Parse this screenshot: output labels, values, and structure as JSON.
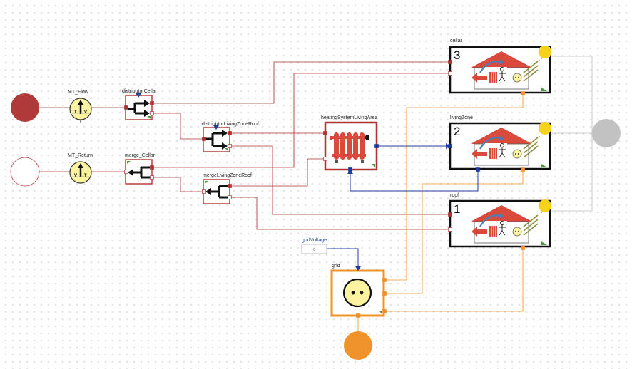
{
  "components": {
    "mt_flow": "MT_Flow",
    "mt_return": "MT_Return",
    "distributor_cellar": "distributorCellar",
    "merge_cellar": "merge_Cellar",
    "distributor_living_zone_roof": "distributorLivingZoneRoof",
    "merge_living_zone_roof": "mergeLivingZoneRoof",
    "heating_system": "heatingSystemLivingArea",
    "cellar": "cellar",
    "living_zone": "livingZone",
    "roof": "roof",
    "grid_voltage": "gridVoltage",
    "grid": "grid"
  },
  "zone_numbers": {
    "cellar": "3",
    "living_zone": "2",
    "roof": "1"
  },
  "sensor_letters": {
    "t": "T",
    "v": "V"
  },
  "grid_voltage_value": "0",
  "colors": {
    "fluid": "#b03232",
    "electric": "#f0932b",
    "signal": "#1f3c9a",
    "weather": "#bdbdbd",
    "sensor_fill": "#fdf3a0",
    "sun": "#f7d21a"
  },
  "icons": [
    "temperature-volume-sensor-icon",
    "three-way-valve-icon",
    "radiator-icon",
    "house-icon",
    "socket-icon",
    "sun-icon",
    "person-icon",
    "solar-panel-icon"
  ]
}
